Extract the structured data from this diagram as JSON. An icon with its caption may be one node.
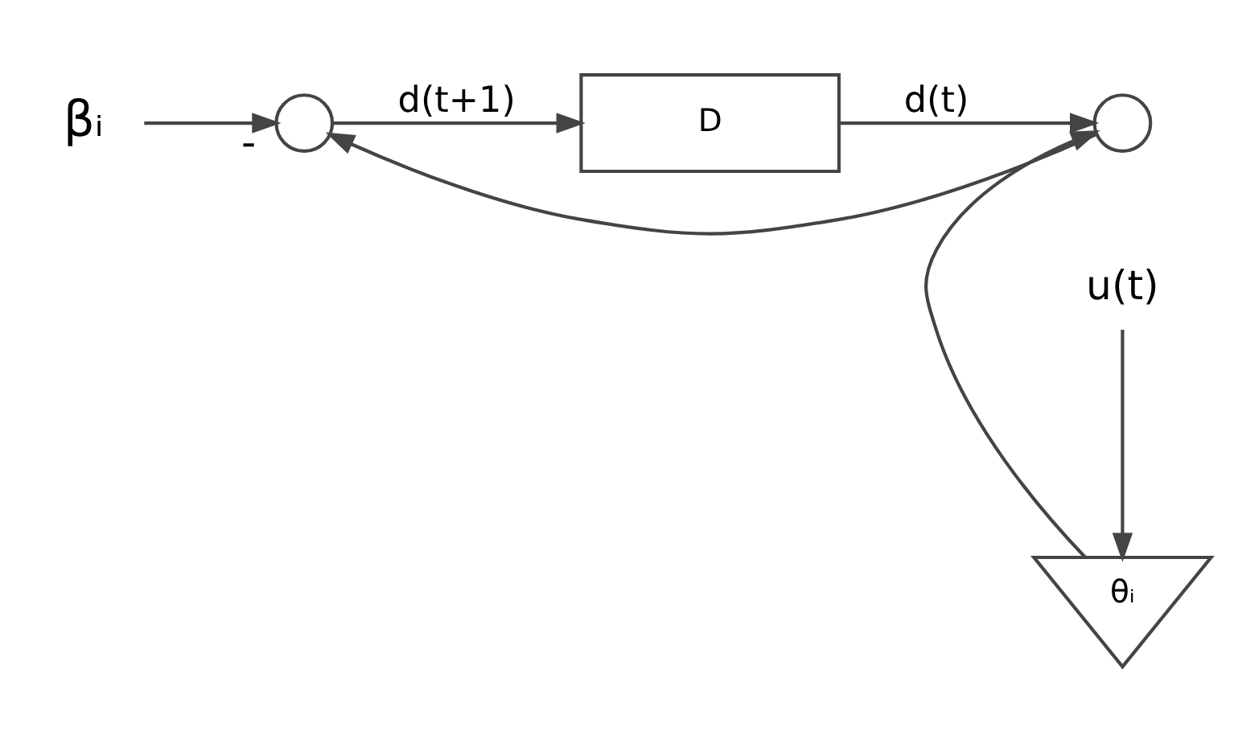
{
  "diagram": {
    "nodes": [
      {
        "text": [
          "βᵢ"
        ]
      },
      {
        "text": [],
        "shape": "circle"
      },
      {
        "text": [
          "D"
        ]
      },
      {
        "text": [],
        "shape": "circle"
      },
      {
        "text": [
          "u(t)"
        ]
      },
      {
        "text": [
          "θᵢ"
        ]
      }
    ],
    "edges": [
      {
        "from": 0,
        "to": 1,
        "arrow": "to",
        "label": "-"
      },
      {
        "from": 1,
        "to": 2,
        "arrow": "to",
        "label": "d(t+1)"
      },
      {
        "from": 2,
        "to": 3,
        "arrow": "to",
        "label": "d(t)"
      },
      {
        "from": 4,
        "to": 5,
        "arrow": "to"
      },
      {
        "from": 5,
        "to": 3,
        "arrow": "to"
      },
      {
        "from": 3,
        "to": 1,
        "arrow": "to"
      }
    ]
  }
}
